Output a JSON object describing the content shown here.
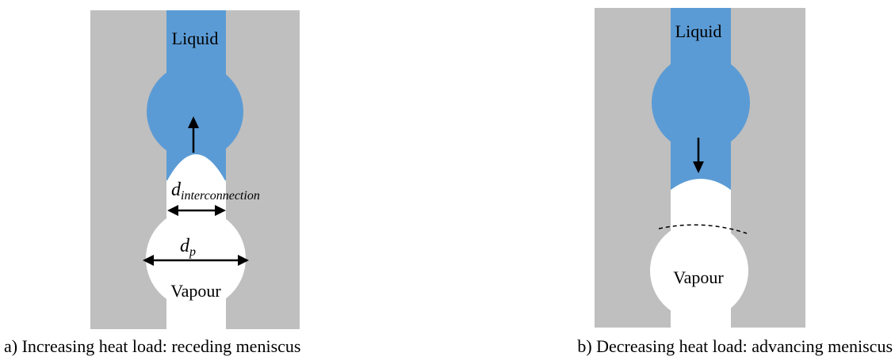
{
  "panels": [
    {
      "liquid_label": "Liquid",
      "vapour_label": "Vapour",
      "interconnection_d": "d",
      "interconnection_sub": "interconnection",
      "pore_d": "d",
      "pore_sub": "p",
      "caption": "a) Increasing heat load: receding meniscus",
      "flow_direction": "up"
    },
    {
      "liquid_label": "Liquid",
      "vapour_label": "Vapour",
      "caption": "b) Decreasing heat load: advancing meniscus",
      "flow_direction": "down"
    }
  ],
  "colors": {
    "wall": "#bfbfbf",
    "liquid": "#5b9bd5",
    "vapour": "#ffffff",
    "arrow": "#000000"
  }
}
